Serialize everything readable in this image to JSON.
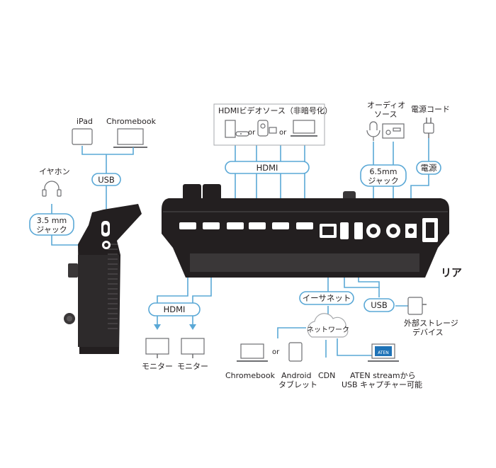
{
  "labels": {
    "hdmi_sources_title": "HDMIビデオソース（非暗号化）",
    "or_1": "or",
    "or_2": "or",
    "or_3": "or",
    "hdmi_top": "HDMI",
    "hdmi_bottom": "HDMI",
    "usb_left": "USB",
    "usb_right": "USB",
    "ipad": "iPad",
    "chromebook_top": "Chromebook",
    "earphone": "イヤホン",
    "jack35_line1": "3.5 mm",
    "jack35_line2": "ジャック",
    "audio_src_line1": "オーディオ",
    "audio_src_line2": "ソース",
    "power_cord": "電源コード",
    "jack65_line1": "6.5mm",
    "jack65_line2": "ジャック",
    "power": "電源",
    "rear": "リア",
    "ethernet": "イーサネット",
    "network": "ネットワーク",
    "ext_storage_line1": "外部ストレージ",
    "ext_storage_line2": "デバイス",
    "monitor_1": "モニター",
    "monitor_2": "モニター",
    "chromebook_bottom": "Chromebook",
    "android_line1": "Android",
    "android_line2": "タブレット",
    "cdn": "CDN",
    "aten_line1": "ATEN streamから",
    "aten_line2": "USB キャプチャー可能",
    "aten_logo": "ATEN"
  },
  "colors": {
    "connector": "#5aa8d6",
    "device_body": "#231f20",
    "icon_gray": "#6d6e71"
  },
  "icons": [
    "headphone-icon",
    "tablet-icon",
    "laptop-icon",
    "game-console-icon",
    "camera-icon",
    "microphone-icon",
    "audio-mixer-icon",
    "power-plug-icon",
    "monitor-icon",
    "cloud-icon",
    "storage-device-icon",
    "aten-logo-icon"
  ]
}
